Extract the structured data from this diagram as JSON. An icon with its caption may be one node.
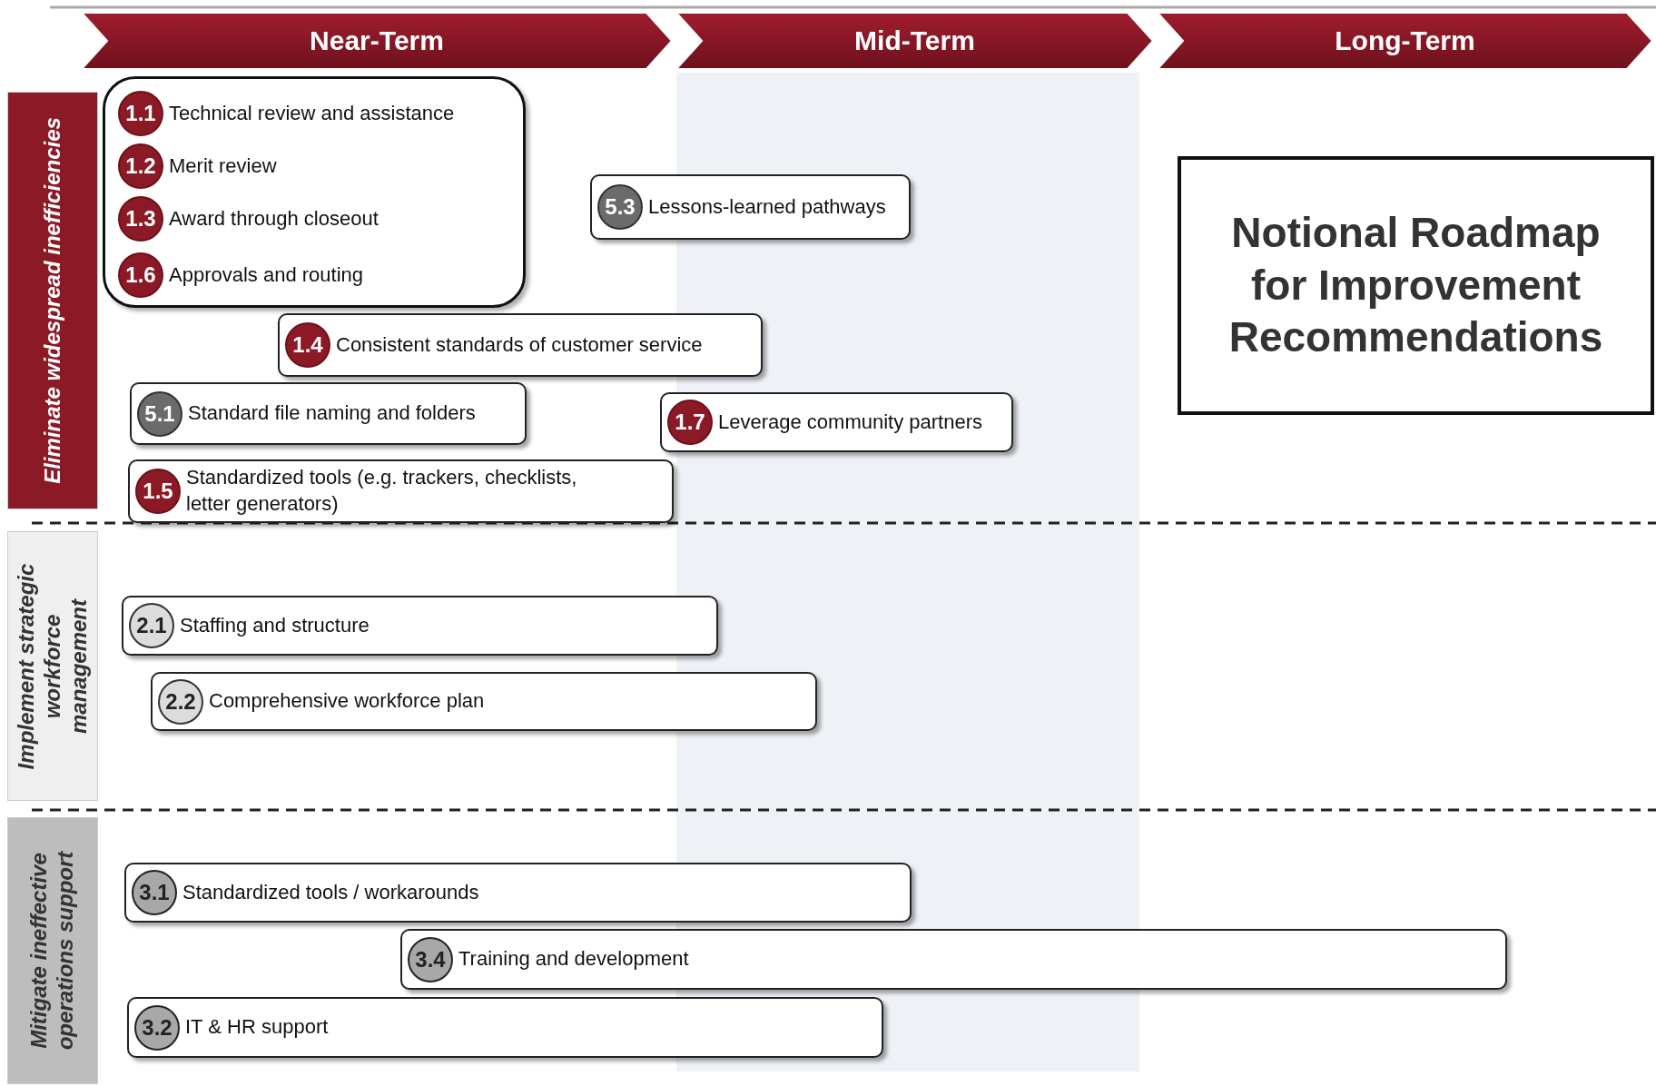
{
  "diagram": {
    "nodes": [
      {
        "text": [
          "Near-Term"
        ]
      },
      {
        "text": [
          "Mid-Term"
        ]
      },
      {
        "text": [
          "Long-Term"
        ]
      },
      {
        "text": [
          "Eliminate widespread inefficiencies"
        ]
      },
      {
        "text": [],
        "shape": "box"
      },
      {
        "text": [
          "1.1",
          "Technical review and assistance"
        ],
        "in": 4
      },
      {
        "text": [
          "1.2",
          "Merit review"
        ],
        "in": 4
      },
      {
        "text": [
          "1.3",
          "Award through closeout"
        ],
        "in": 4
      },
      {
        "text": [
          "1.6",
          "Approvals and routing"
        ],
        "in": 4
      },
      {
        "text": [
          "5.3",
          "Lessons-learned pathways"
        ]
      },
      {
        "text": [
          "Notional Roadmap for Improvement Recommendations"
        ]
      },
      {
        "text": [
          "1.4",
          "Consistent standards of customer service"
        ]
      },
      {
        "text": [
          "5.1",
          "Standard file naming and folders"
        ]
      },
      {
        "text": [
          "1.7",
          "Leverage community partners"
        ]
      },
      {
        "text": [
          "1.5",
          "Standardized tools (e.g. trackers, checklists, letter generators)"
        ]
      },
      {
        "text": [
          "Implement strategic workforce management"
        ]
      },
      {
        "text": [
          "2.1",
          "Staffing and structure"
        ]
      },
      {
        "text": [
          "2.2",
          "Comprehensive workforce plan"
        ]
      },
      {
        "text": [
          "Mitigate ineffective operations support"
        ]
      },
      {
        "text": [
          "3.1",
          "Standardized tools / workarounds"
        ]
      },
      {
        "text": [
          "3.4",
          "Training and development"
        ]
      },
      {
        "text": [
          "3.2",
          "IT & HR support"
        ]
      }
    ]
  }
}
